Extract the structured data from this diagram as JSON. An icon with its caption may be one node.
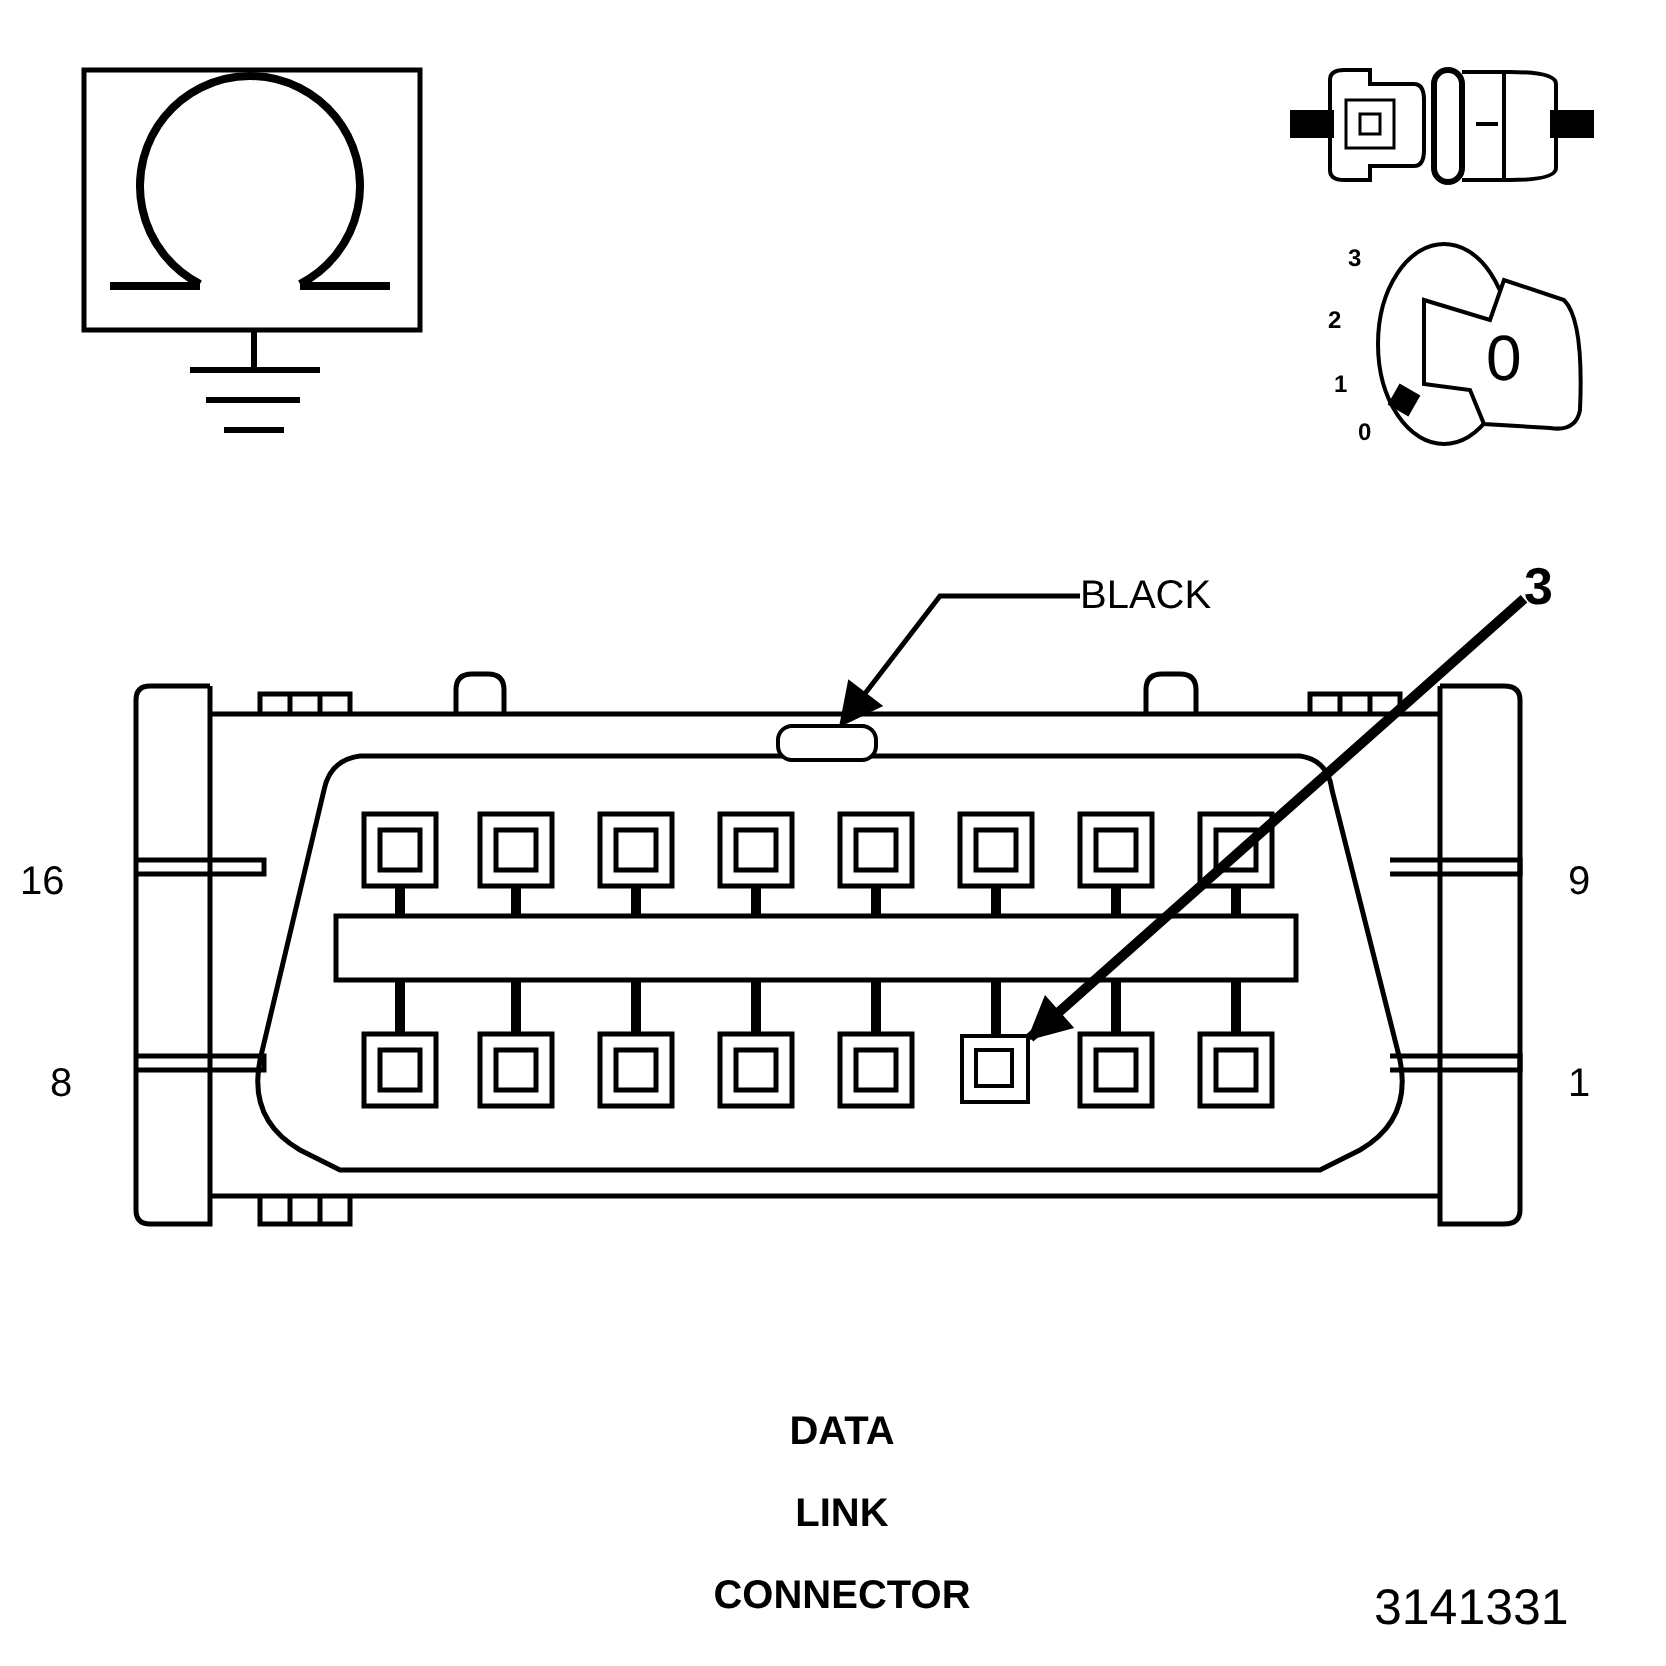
{
  "diagram": {
    "caption": "DATA LINK CONNECTOR",
    "nodes": [
      {
        "text": [
          "BLACK"
        ]
      },
      {
        "text": [],
        "shape": "box"
      },
      {
        "text": [
          "3"
        ]
      },
      {
        "text": [],
        "shape": "box"
      }
    ],
    "edges": [
      {
        "from": 0,
        "to": 1,
        "arrow": "to"
      },
      {
        "from": 2,
        "to": 3,
        "arrow": "to",
        "style": "thick"
      }
    ],
    "labels": [
      "3",
      "2",
      "1",
      "0",
      "0",
      "16",
      "9",
      "8",
      "1",
      "3141331"
    ]
  }
}
